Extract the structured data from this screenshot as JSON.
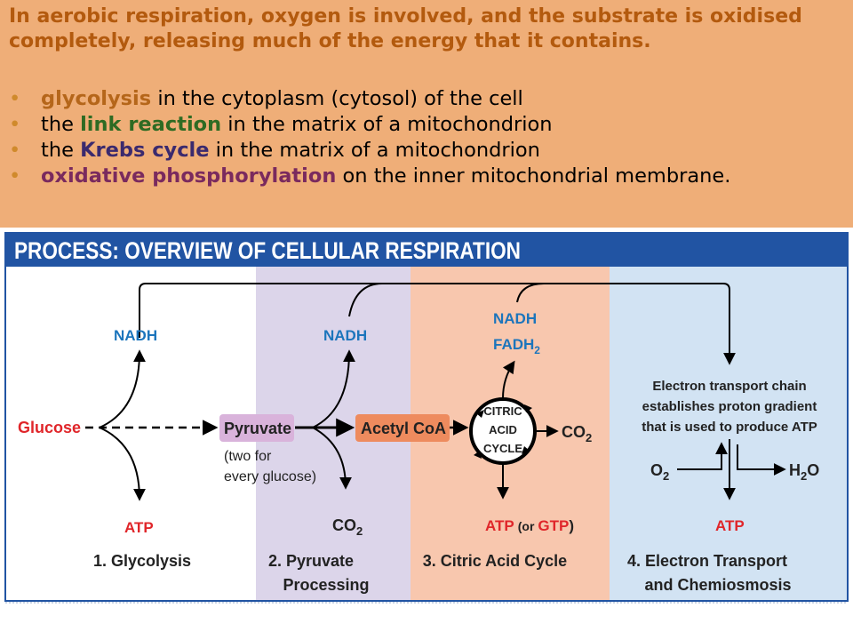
{
  "intro": "In aerobic respiration, oxygen is involved, and the substrate is oxidised completely, releasing much of the energy that it contains.",
  "bullets": [
    {
      "marker": "•",
      "keyword": "glycolysis",
      "rest": " in the cytoplasm (cytosol) of the cell",
      "color": "#B5661A"
    },
    {
      "marker": "•",
      "pre": "the ",
      "keyword": "link reaction",
      "rest": " in the matrix of a mitochondrion",
      "color": "#2E6B23"
    },
    {
      "marker": "•",
      "pre": "the ",
      "keyword": "Krebs cycle",
      "rest": " in the matrix of a mitochondrion",
      "color": "#3B2A6E"
    },
    {
      "marker": "•",
      "keyword": "oxidative phosphorylation",
      "rest": " on the inner mitochondrial membrane.",
      "color": "#7A2A5E"
    }
  ],
  "figure": {
    "title": "PROCESS: OVERVIEW OF CELLULAR RESPIRATION",
    "colors": {
      "title_bar": "#2154A3",
      "panel_purple": "#DCD5EA",
      "panel_orange": "#F8C7AE",
      "panel_blue": "#D2E3F3",
      "blue_text": "#1C75BC",
      "red_text": "#E0262A",
      "pyruvate_box": "#D9B3DB",
      "acetyl_box": "#EE8B5E"
    },
    "glucose": "Glucose",
    "pyruvate": "Pyruvate",
    "pyruvate_note_1": "(two for",
    "pyruvate_note_2": "every glucose)",
    "acetyl_coa": "Acetyl CoA",
    "cycle_1": "CITRIC",
    "cycle_2": "ACID",
    "cycle_3": "CYCLE",
    "nadh_1": "NADH",
    "nadh_2": "NADH",
    "nadh_3": "NADH",
    "fadh2": "FADH",
    "fadh2_sub": "2",
    "atp_1": "ATP",
    "atp_3": "ATP",
    "atp_3_or": "(or",
    "gtp": "GTP",
    "gtp_close": ")",
    "atp_4": "ATP",
    "co2_2": "CO",
    "co2_2_sub": "2",
    "co2_3": "CO",
    "co2_3_sub": "2",
    "etc_1": "Electron transport chain",
    "etc_2": "establishes proton gradient",
    "etc_3": "that is used to produce ATP",
    "o2": "O",
    "o2_sub": "2",
    "h2o_h": "H",
    "h2o_sub": "2",
    "h2o_o": "O",
    "step1": "1. Glycolysis",
    "step2_1": "2. Pyruvate",
    "step2_2": "Processing",
    "step3": "3. Citric Acid Cycle",
    "step4_1": "4. Electron Transport",
    "step4_2": "and Chemiosmosis"
  }
}
